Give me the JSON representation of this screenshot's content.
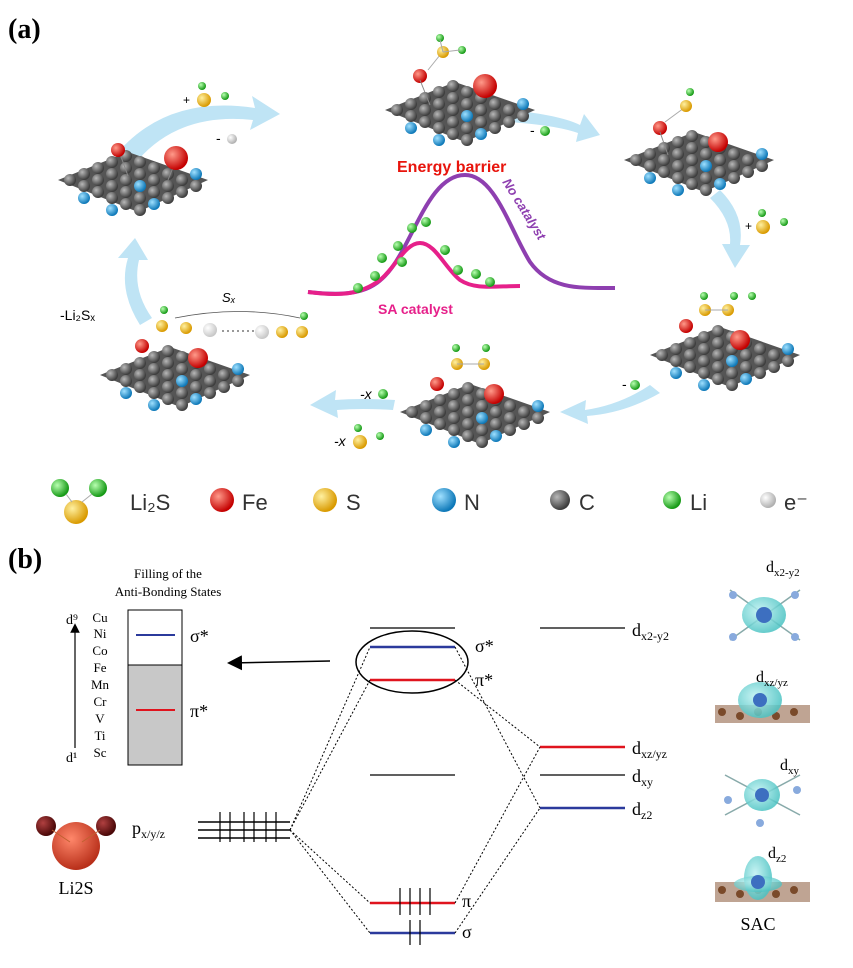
{
  "panel_a": {
    "label": "(a)",
    "energy_barrier": "Energy barrier",
    "no_catalyst": "No catalyst",
    "sa_catalyst": "SA catalyst",
    "step_top_left_plus": "+",
    "step_top_left_minus": "-",
    "step_top_mid_minus": "-",
    "step_right_plus_1": "+",
    "step_right_minus": "-",
    "step_bottom_minus_x1": "-x",
    "step_bottom_minus_x2": "-x",
    "left_release": "-Li₂Sₓ",
    "sx_label": "Sₓ",
    "legend": [
      {
        "label": "Li₂S",
        "color": "#f0b400"
      },
      {
        "label": "Fe",
        "color": "#e8140c"
      },
      {
        "label": "S",
        "color": "#f0b400"
      },
      {
        "label": "N",
        "color": "#1aa3e0"
      },
      {
        "label": "C",
        "color": "#6e6e6e"
      },
      {
        "label": "Li",
        "color": "#2ec22e"
      },
      {
        "label": "e⁻",
        "color": "#d9d9d9"
      }
    ],
    "colors": {
      "no_catalyst": "#8e3fb0",
      "sa_catalyst": "#e6208a",
      "energy_barrier": "#e8140c",
      "arrow": "#bfe4f5"
    }
  },
  "panel_b": {
    "label": "(b)",
    "filling_title_1": "Filling of the",
    "filling_title_2": "Anti-Bonding States",
    "d9": "d⁹",
    "d1": "d¹",
    "metals": [
      "Cu",
      "Ni",
      "Co",
      "Fe",
      "Mn",
      "Cr",
      "V",
      "Ti",
      "Sc"
    ],
    "sigma_star": "σ*",
    "pi_star": "π*",
    "pi": "π",
    "sigma": "σ",
    "pxyz": "p",
    "pxyz_sub": "x/y/z",
    "li2s": "Li2S",
    "d_levels": [
      {
        "main": "d",
        "sub": "x2-y2"
      },
      {
        "main": "d",
        "sub": "xz/yz"
      },
      {
        "main": "d",
        "sub": "xy"
      },
      {
        "main": "d",
        "sub": "z2"
      }
    ],
    "orbital_labels": [
      {
        "main": "d",
        "sub": "x2-y2"
      },
      {
        "main": "d",
        "sub": "xz/yz"
      },
      {
        "main": "d",
        "sub": "xy"
      },
      {
        "main": "d",
        "sub": "z2"
      }
    ],
    "sac": "SAC",
    "colors": {
      "blue_level": "#2b3a9c",
      "red_level": "#e0141e",
      "grey_fill": "#c8c8c8"
    }
  }
}
